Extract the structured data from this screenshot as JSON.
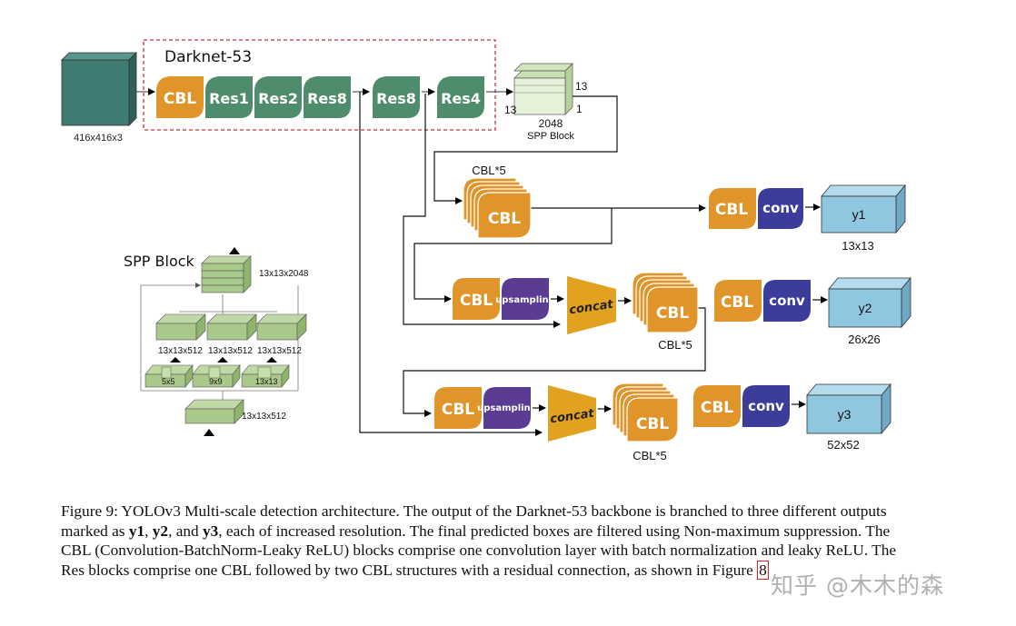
{
  "diagram": {
    "backbone_title": "Darknet-53",
    "input": {
      "size_label": "416x416x3"
    },
    "backbone_blocks": {
      "cbl": "CBL",
      "res1": "Res1",
      "res2": "Res2",
      "res8a": "Res8",
      "res8b": "Res8",
      "res4": "Res4"
    },
    "spp_cube": {
      "dim_top": "13",
      "dim_left": "13",
      "dim_right": "1",
      "channels": "2048",
      "name": "SPP Block"
    },
    "stage1": {
      "stack_top_label": "CBL*5",
      "stack_label": "CBL",
      "cbl": "CBL",
      "conv": "conv",
      "output": "y1",
      "output_size": "13x13"
    },
    "stage2": {
      "cbl": "CBL",
      "upsampling": "upsampling",
      "concat": "concat",
      "stack_label": "CBL",
      "stack_bottom_label": "CBL*5",
      "cbl2": "CBL",
      "conv": "conv",
      "output": "y2",
      "output_size": "26x26"
    },
    "stage3": {
      "cbl": "CBL",
      "upsampling": "upsampling",
      "concat": "concat",
      "stack_label": "CBL",
      "stack_bottom_label": "CBL*5",
      "cbl2": "CBL",
      "conv": "conv",
      "output": "y3",
      "output_size": "52x52"
    },
    "spp_detail": {
      "title": "SPP Block",
      "top_layer": "13x13x2048",
      "mid_a": "13x13x512",
      "mid_b": "13x13x512",
      "mid_c": "13x13x512",
      "pool_a": "5x5",
      "pool_b": "9x9",
      "pool_c": "13x13",
      "bottom_layer": "13x13x512"
    }
  },
  "caption": {
    "p1": "Figure 9: YOLOv3 Multi-scale detection architecture. The output of the Darknet-53 backbone is branched to three different outputs marked as ",
    "y1": "y1",
    "sep1": ", ",
    "y2": "y2",
    "sep2": ", and ",
    "y3": "y3",
    "p2": ", each of increased resolution. The final predicted boxes are filtered using Non-maximum suppression. The CBL (Convolution-BatchNorm-Leaky ReLU) blocks comprise one convolution layer with batch normalization and leaky ReLU. The Res blocks comprise one CBL followed by two CBL structures with a residual connection, as shown in Figure ",
    "figref": "8"
  },
  "watermark": "知乎 @木木的森",
  "colors": {
    "cbl": "#e0952a",
    "res": "#4e8c6c",
    "conv": "#3c3d9a",
    "upsampling": "#5b3c93",
    "concat": "#e0a21f",
    "output": "#8fc6e0",
    "input": "#3f7b72",
    "spp_green": "#a9c98a"
  }
}
